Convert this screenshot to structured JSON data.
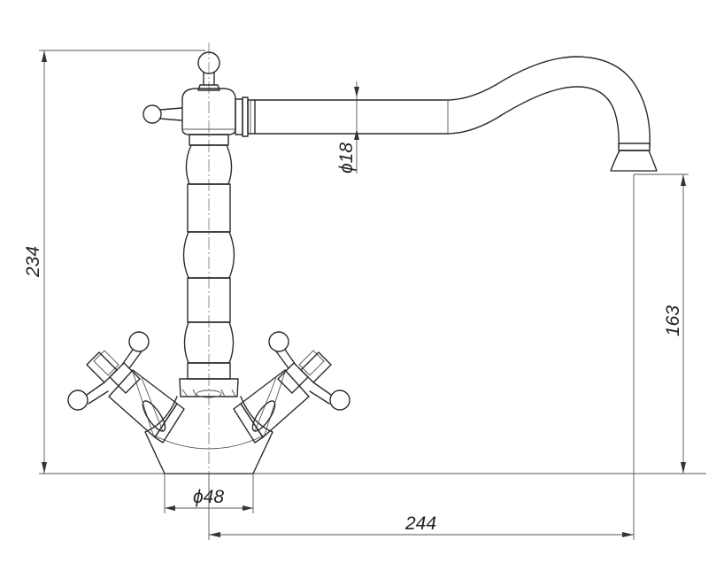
{
  "drawing": {
    "subject": "mixer-tap-elevation",
    "dimensions": {
      "overall_height": "234",
      "spout_height": "163",
      "spout_reach": "244",
      "base_diameter": "ϕ48",
      "spout_diameter": "ϕ18"
    },
    "colors": {
      "line": "#2b2b2b",
      "dimension": "#555555",
      "background": "#ffffff"
    }
  }
}
